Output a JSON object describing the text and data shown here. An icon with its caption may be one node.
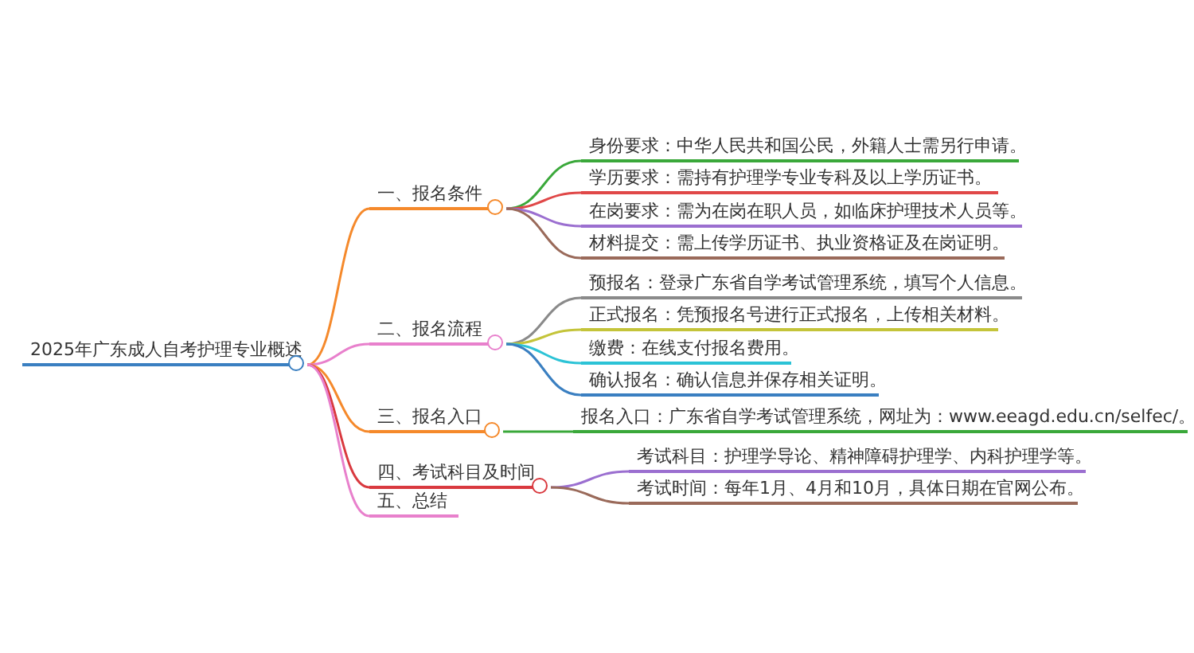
{
  "diagram": {
    "nodes": [
      {
        "text": [
          "2025年广东成人自考护理专业概述"
        ]
      },
      {
        "text": [
          "一、报名条件"
        ]
      },
      {
        "text": [
          "身份要求：中华人民共和国公民，外籍人士需另行申请。"
        ]
      },
      {
        "text": [
          "学历要求：需持有护理学专业专科及以上学历证书。"
        ]
      },
      {
        "text": [
          "在岗要求：需为在岗在职人员，如临床护理技术人员等。"
        ]
      },
      {
        "text": [
          "材料提交：需上传学历证书、执业资格证及在岗证明。"
        ]
      },
      {
        "text": [
          "二、报名流程"
        ]
      },
      {
        "text": [
          "预报名：登录广东省自学考试管理系统，填写个人信息。"
        ]
      },
      {
        "text": [
          "正式报名：凭预报名号进行正式报名，上传相关材料。"
        ]
      },
      {
        "text": [
          "缴费：在线支付报名费用。"
        ]
      },
      {
        "text": [
          "确认报名：确认信息并保存相关证明。"
        ]
      },
      {
        "text": [
          "三、报名入口"
        ]
      },
      {
        "text": [
          "报名入口：广东省自学考试管理系统，网址为：www.eeagd.edu.cn/selfec/。"
        ]
      },
      {
        "text": [
          "四、考试科目及时间"
        ]
      },
      {
        "text": [
          "考试科目：护理学导论、精神障碍护理学、内科护理学等。"
        ]
      },
      {
        "text": [
          "考试时间：每年1月、4月和10月，具体日期在官网公布。"
        ]
      },
      {
        "text": [
          "五、总结"
        ]
      }
    ],
    "edges": [
      {
        "from": 0,
        "to": 1,
        "arrow": "none",
        "color": "#f5892b"
      },
      {
        "from": 1,
        "to": 2,
        "arrow": "none",
        "color": "#3aa83a"
      },
      {
        "from": 1,
        "to": 3,
        "arrow": "none",
        "color": "#e04848"
      },
      {
        "from": 1,
        "to": 4,
        "arrow": "none",
        "color": "#9b6fd0"
      },
      {
        "from": 1,
        "to": 5,
        "arrow": "none",
        "color": "#9a6a5a"
      },
      {
        "from": 0,
        "to": 6,
        "arrow": "none",
        "color": "#e880cc"
      },
      {
        "from": 6,
        "to": 7,
        "arrow": "none",
        "color": "#8a8a8a"
      },
      {
        "from": 6,
        "to": 8,
        "arrow": "none",
        "color": "#c4c43a"
      },
      {
        "from": 6,
        "to": 9,
        "arrow": "none",
        "color": "#2cc3d6"
      },
      {
        "from": 6,
        "to": 10,
        "arrow": "none",
        "color": "#3a7fc1"
      },
      {
        "from": 0,
        "to": 11,
        "arrow": "none",
        "color": "#f5892b"
      },
      {
        "from": 11,
        "to": 12,
        "arrow": "none",
        "color": "#3aa83a"
      },
      {
        "from": 0,
        "to": 13,
        "arrow": "none",
        "color": "#d9393f"
      },
      {
        "from": 13,
        "to": 14,
        "arrow": "none",
        "color": "#9b6fd0"
      },
      {
        "from": 13,
        "to": 15,
        "arrow": "none",
        "color": "#9a6a5a"
      },
      {
        "from": 0,
        "to": 16,
        "arrow": "none",
        "color": "#e880cc"
      }
    ]
  }
}
